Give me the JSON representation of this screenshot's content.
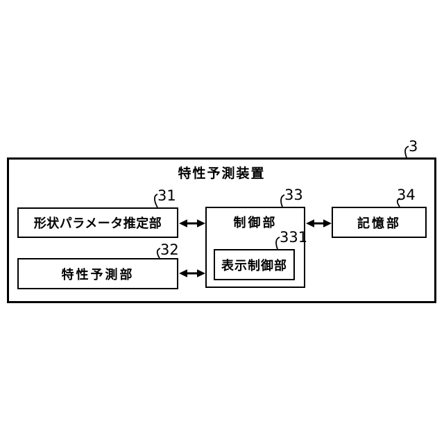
{
  "device": {
    "ref": "3",
    "title": "特性予測装置"
  },
  "blocks": {
    "b31": {
      "ref": "31",
      "label": "形状パラメータ推定部"
    },
    "b32": {
      "ref": "32",
      "label": "特性予測部"
    },
    "b33": {
      "ref": "33",
      "label": "制御部"
    },
    "b331": {
      "ref": "331",
      "label": "表示制御部",
      "parent": "制御部"
    },
    "b34": {
      "ref": "34",
      "label": "記憶部"
    }
  },
  "connections": [
    {
      "from": "形状パラメータ推定部",
      "to": "制御部",
      "type": "bidirectional-arrow"
    },
    {
      "from": "特性予測部",
      "to": "制御部",
      "type": "bidirectional-arrow"
    },
    {
      "from": "制御部",
      "to": "記憶部",
      "type": "bidirectional-arrow"
    }
  ],
  "colors": {
    "line": "#000000",
    "background": "#ffffff"
  }
}
